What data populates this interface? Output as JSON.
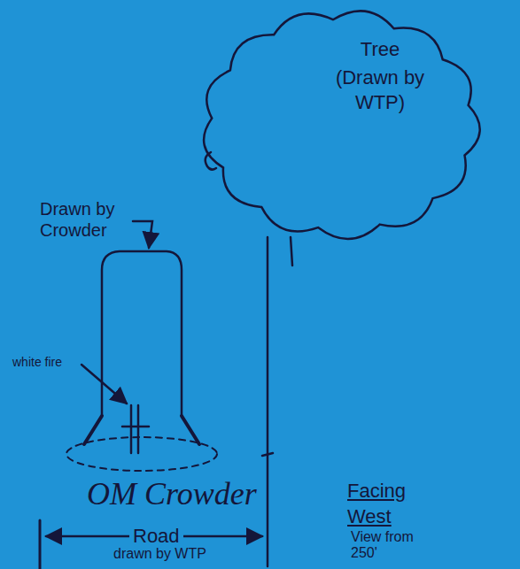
{
  "diagram": {
    "nodes": [
      {
        "text": [
          "Tree",
          "(Drawn by WTP)"
        ]
      }
    ],
    "labels": [
      "Drawn by Crowder",
      "white fire",
      "OM Crowder",
      "Road",
      "drawn by WTP",
      "Facing West",
      "View from 250'"
    ]
  }
}
